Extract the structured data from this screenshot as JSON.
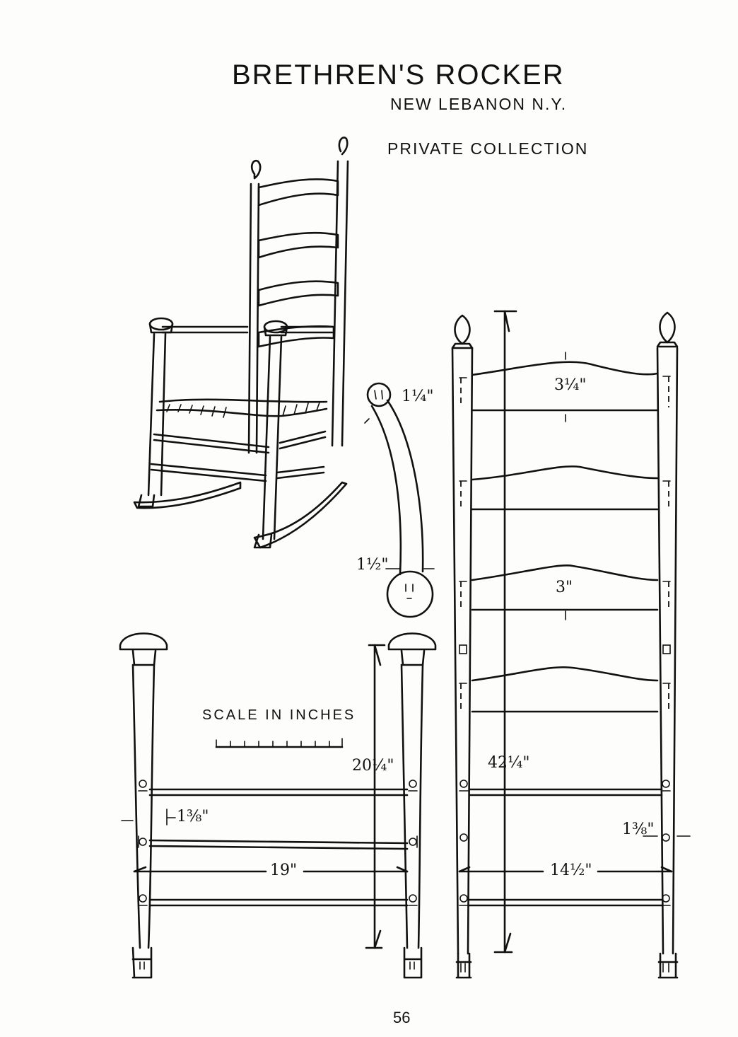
{
  "drawing": {
    "title": "BRETHREN'S ROCKER",
    "location": "NEW LEBANON N.Y.",
    "collection": "PRIVATE COLLECTION",
    "scale_label": "SCALE IN INCHES",
    "page_number": "56"
  },
  "dimensions": {
    "finial_diameter": "1¼\"",
    "rocker_thickness": "1½\"",
    "top_slat_width": "3¼\"",
    "lower_slat_width": "3\"",
    "overall_height": "42¼\"",
    "front_post_height": "20¼\"",
    "front_rung_spacing": "1⅜\"",
    "back_rung_spacing": "1⅜\"",
    "front_width": "19\"",
    "back_width": "14½\""
  },
  "colors": {
    "ink": "#111111",
    "paper": "#fdfdfb"
  }
}
